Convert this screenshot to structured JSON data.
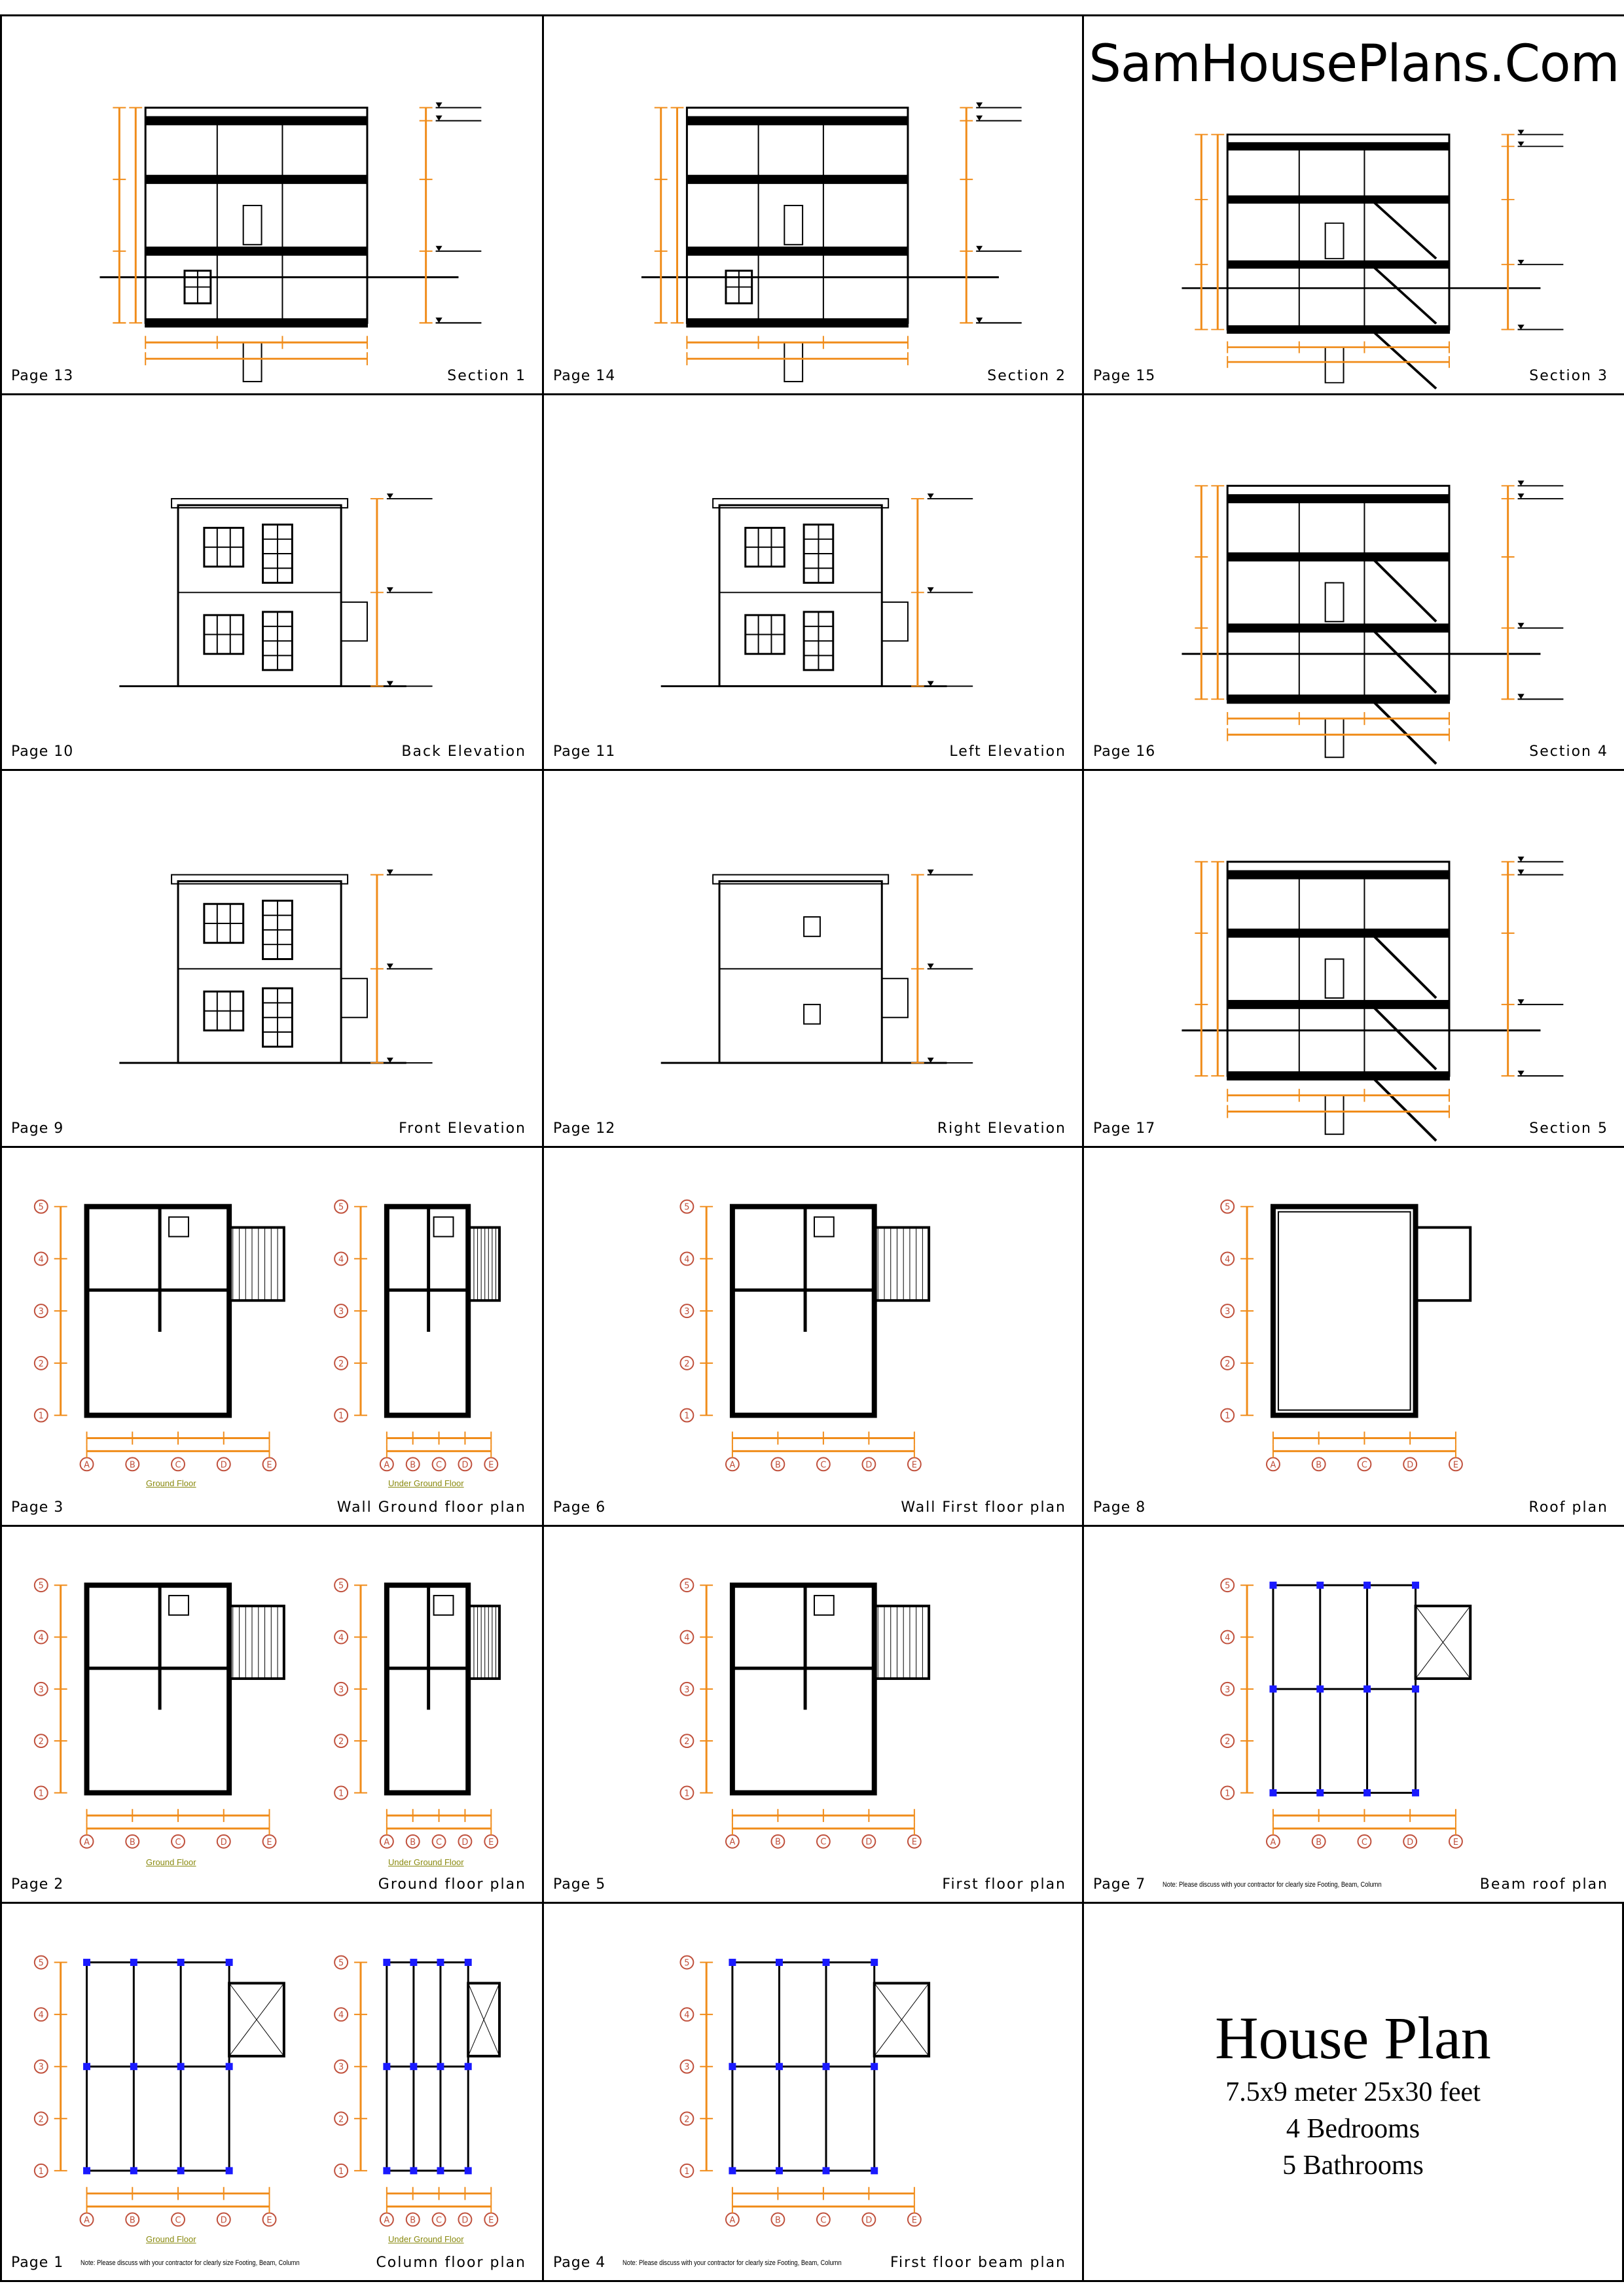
{
  "brand": "SamHousePlans.Com",
  "cells": [
    {
      "page": "Page 13",
      "title": "Section 1"
    },
    {
      "page": "Page 14",
      "title": "Section 2"
    },
    {
      "page": "Page 15",
      "title": "Section 3"
    },
    {
      "page": "Page 10",
      "title": "Back Elevation"
    },
    {
      "page": "Page 11",
      "title": "Left Elevation"
    },
    {
      "page": "Page 16",
      "title": "Section 4"
    },
    {
      "page": "Page 9",
      "title": "Front Elevation"
    },
    {
      "page": "Page 12",
      "title": "Right Elevation"
    },
    {
      "page": "Page 17",
      "title": "Section 5"
    },
    {
      "page": "Page 3",
      "title": "Wall Ground floor plan",
      "sub": [
        "Ground Floor",
        "Under Ground Floor"
      ]
    },
    {
      "page": "Page 6",
      "title": "Wall First floor plan"
    },
    {
      "page": "Page 8",
      "title": "Roof plan"
    },
    {
      "page": "Page 2",
      "title": "Ground floor plan",
      "sub": [
        "Ground Floor",
        "Under Ground Floor"
      ]
    },
    {
      "page": "Page 5",
      "title": "First floor plan"
    },
    {
      "page": "Page 7",
      "title": "Beam roof plan",
      "note": "Note: Please discuss with your contractor for clearly size Footing, Beam, Column"
    },
    {
      "page": "Page 1",
      "title": "Column floor plan",
      "sub": [
        "Ground Floor",
        "Under Ground Floor"
      ],
      "note": "Note: Please discuss with your contractor for clearly size Footing, Beam, Column"
    },
    {
      "page": "Page 4",
      "title": "First floor beam plan",
      "note": "Note: Please discuss with your contractor for clearly size Footing, Beam, Column"
    }
  ],
  "info": {
    "title": "House Plan",
    "size": "7.5x9 meter 25x30 feet",
    "bedrooms": "4 Bedrooms",
    "bathrooms": "5 Bathrooms"
  },
  "plan_axes": {
    "rows": [
      "1",
      "2",
      "3",
      "4",
      "5"
    ],
    "cols": [
      "A",
      "B",
      "C",
      "D",
      "E"
    ]
  },
  "colors": {
    "dimension": "#f08c1a",
    "axis": "#c0503c",
    "sublabel": "#8a8a10"
  }
}
